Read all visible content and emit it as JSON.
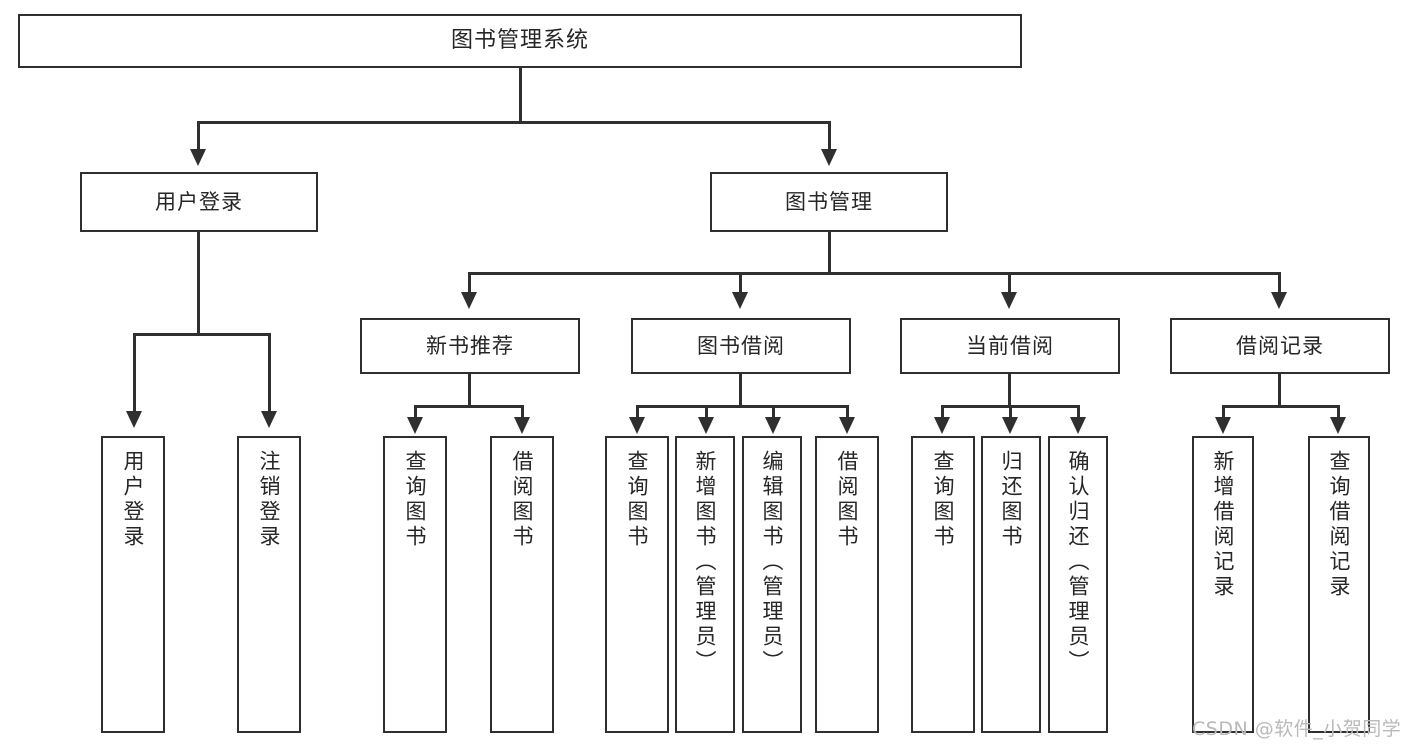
{
  "diagram": {
    "type": "tree",
    "title": "图书管理系统",
    "colors": {
      "stroke": "#2f2f2f",
      "fill": "#ffffff",
      "text": "#262626",
      "watermark": "#b9b9b9"
    },
    "nodes": {
      "root": {
        "label": "图书管理系统"
      },
      "level2": [
        {
          "label": "用户登录"
        },
        {
          "label": "图书管理"
        }
      ],
      "level3": [
        {
          "label": "新书推荐"
        },
        {
          "label": "图书借阅"
        },
        {
          "label": "当前借阅"
        },
        {
          "label": "借阅记录"
        }
      ],
      "leaves": {
        "user_login": [
          {
            "label": "用户登录"
          },
          {
            "label": "注销登录"
          }
        ],
        "new_book": [
          {
            "label": "查询图书"
          },
          {
            "label": "借阅图书"
          }
        ],
        "borrow_book": [
          {
            "label": "查询图书"
          },
          {
            "label": "新增图书（管理员）"
          },
          {
            "label": "编辑图书（管理员）"
          },
          {
            "label": "借阅图书"
          }
        ],
        "current_borrow": [
          {
            "label": "查询图书"
          },
          {
            "label": "归还图书"
          },
          {
            "label": "确认归还（管理员）"
          }
        ],
        "borrow_record": [
          {
            "label": "新增借阅记录"
          },
          {
            "label": "查询借阅记录"
          }
        ]
      }
    },
    "watermark": "CSDN @软件_小贺同学"
  }
}
